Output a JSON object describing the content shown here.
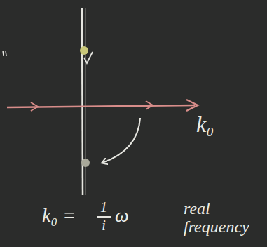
{
  "diagram": {
    "labels": [
      "k₀",
      "k₀ =",
      "1",
      "i",
      "ω",
      "real frequency"
    ]
  }
}
